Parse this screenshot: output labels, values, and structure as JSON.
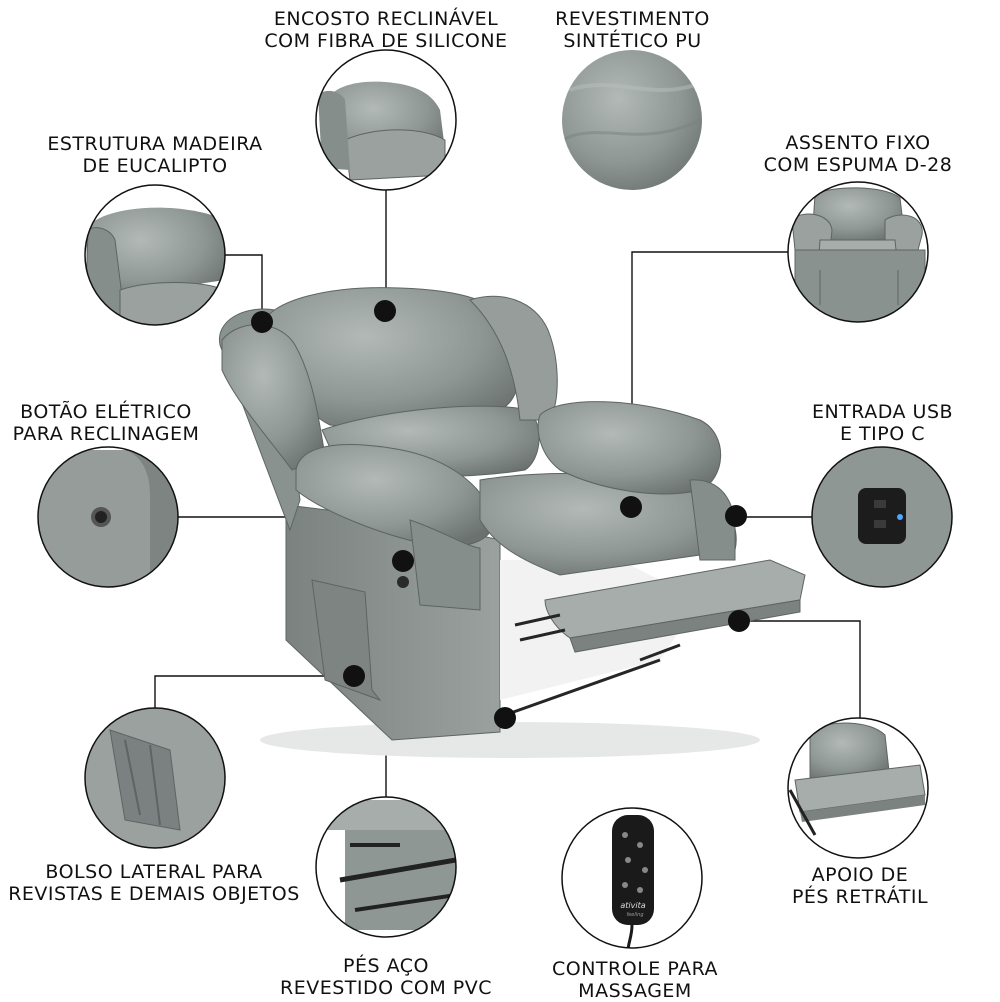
{
  "colors": {
    "upholstery": "#8e9694",
    "upholstery_light": "#a3aaa8",
    "upholstery_dark": "#6c7371",
    "callout_line": "#111111",
    "dot": "#111111",
    "metal": "#2a2a2a"
  },
  "callouts": [
    {
      "id": "encosto",
      "lines": [
        "ENCOSTO RECLINÁVEL",
        "COM FIBRA DE SILICONE"
      ]
    },
    {
      "id": "revestimento",
      "lines": [
        "REVESTIMENTO",
        "SINTÉTICO PU"
      ]
    },
    {
      "id": "estrutura",
      "lines": [
        "ESTRUTURA MADEIRA",
        "DE EUCALIPTO"
      ]
    },
    {
      "id": "assento",
      "lines": [
        "ASSENTO FIXO",
        "COM ESPUMA D-28"
      ]
    },
    {
      "id": "botao",
      "lines": [
        "BOTÃO ELÉTRICO",
        "PARA RECLINAGEM"
      ]
    },
    {
      "id": "usb",
      "lines": [
        "ENTRADA USB",
        "E TIPO C"
      ]
    },
    {
      "id": "bolso",
      "lines": [
        "BOLSO LATERAL PARA",
        "REVISTAS E DEMAIS OBJETOS"
      ]
    },
    {
      "id": "pes",
      "lines": [
        "PÉS AÇO",
        "REVESTIDO COM PVC"
      ]
    },
    {
      "id": "controle",
      "lines": [
        "CONTROLE PARA",
        "MASSAGEM"
      ]
    },
    {
      "id": "apoio",
      "lines": [
        "APOIO DE",
        "PÉS RETRÁTIL"
      ]
    }
  ],
  "remote_brand": "ativita",
  "remote_sub": "feeling"
}
